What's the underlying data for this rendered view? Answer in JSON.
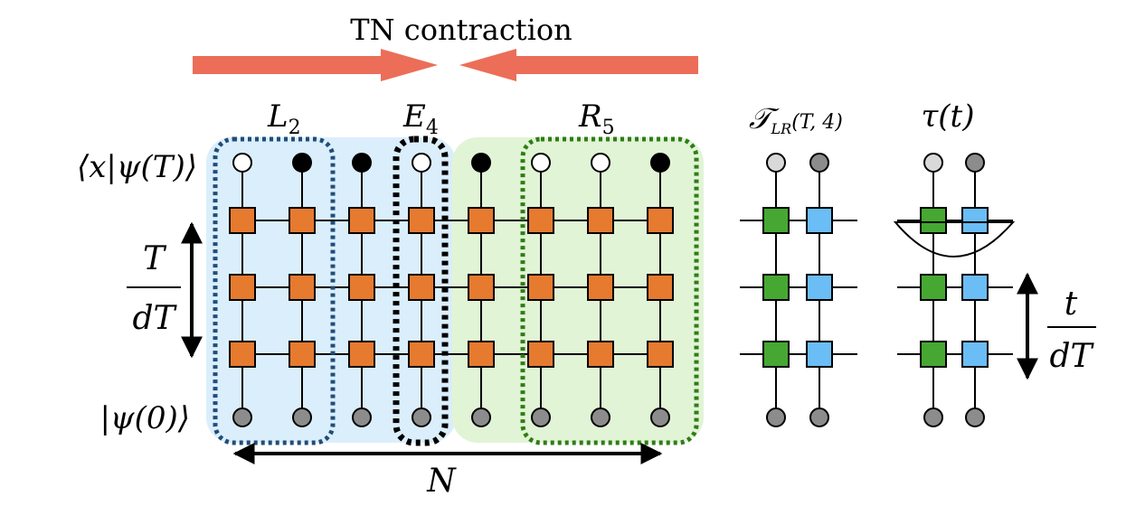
{
  "title": "TN contraction",
  "colors": {
    "arrow": "#ec6e58",
    "gate": "#e67a2f",
    "left_region": "#dbeefb",
    "right_region": "#e1f4d6",
    "left_box": "#1f4e79",
    "right_box": "#2f7d16",
    "tau_green": "#46a832",
    "tau_blue": "#6bbdf5",
    "output_node_light": "#d9d9d9",
    "bottom_node": "#8c8c8c",
    "filled_node": "#000000",
    "empty_node": "#ffffff"
  },
  "labels": {
    "L": "L",
    "L_sub": "2",
    "E": "E",
    "E_sub": "4",
    "R": "R",
    "R_sub": "5",
    "state_top": "⟨x|ψ(T)⟩",
    "state_bottom": "|ψ(0)⟩",
    "depth_num": "T",
    "depth_den": "dT",
    "width": "N",
    "tau_lr": "𝒯",
    "tau_lr_sub": "LR",
    "tau_lr_args": "(T, 4)",
    "tau": "τ(t)",
    "tdepth_num": "t",
    "tdepth_den": "dT"
  },
  "top_bits": [
    "empty",
    "filled",
    "filled",
    "empty",
    "filled",
    "empty",
    "empty",
    "filled"
  ],
  "icons": {
    "contraction_arrows": "arrow-pair",
    "depth_arrow": "double-arrow-vertical",
    "width_arrow": "double-arrow-horizontal"
  }
}
